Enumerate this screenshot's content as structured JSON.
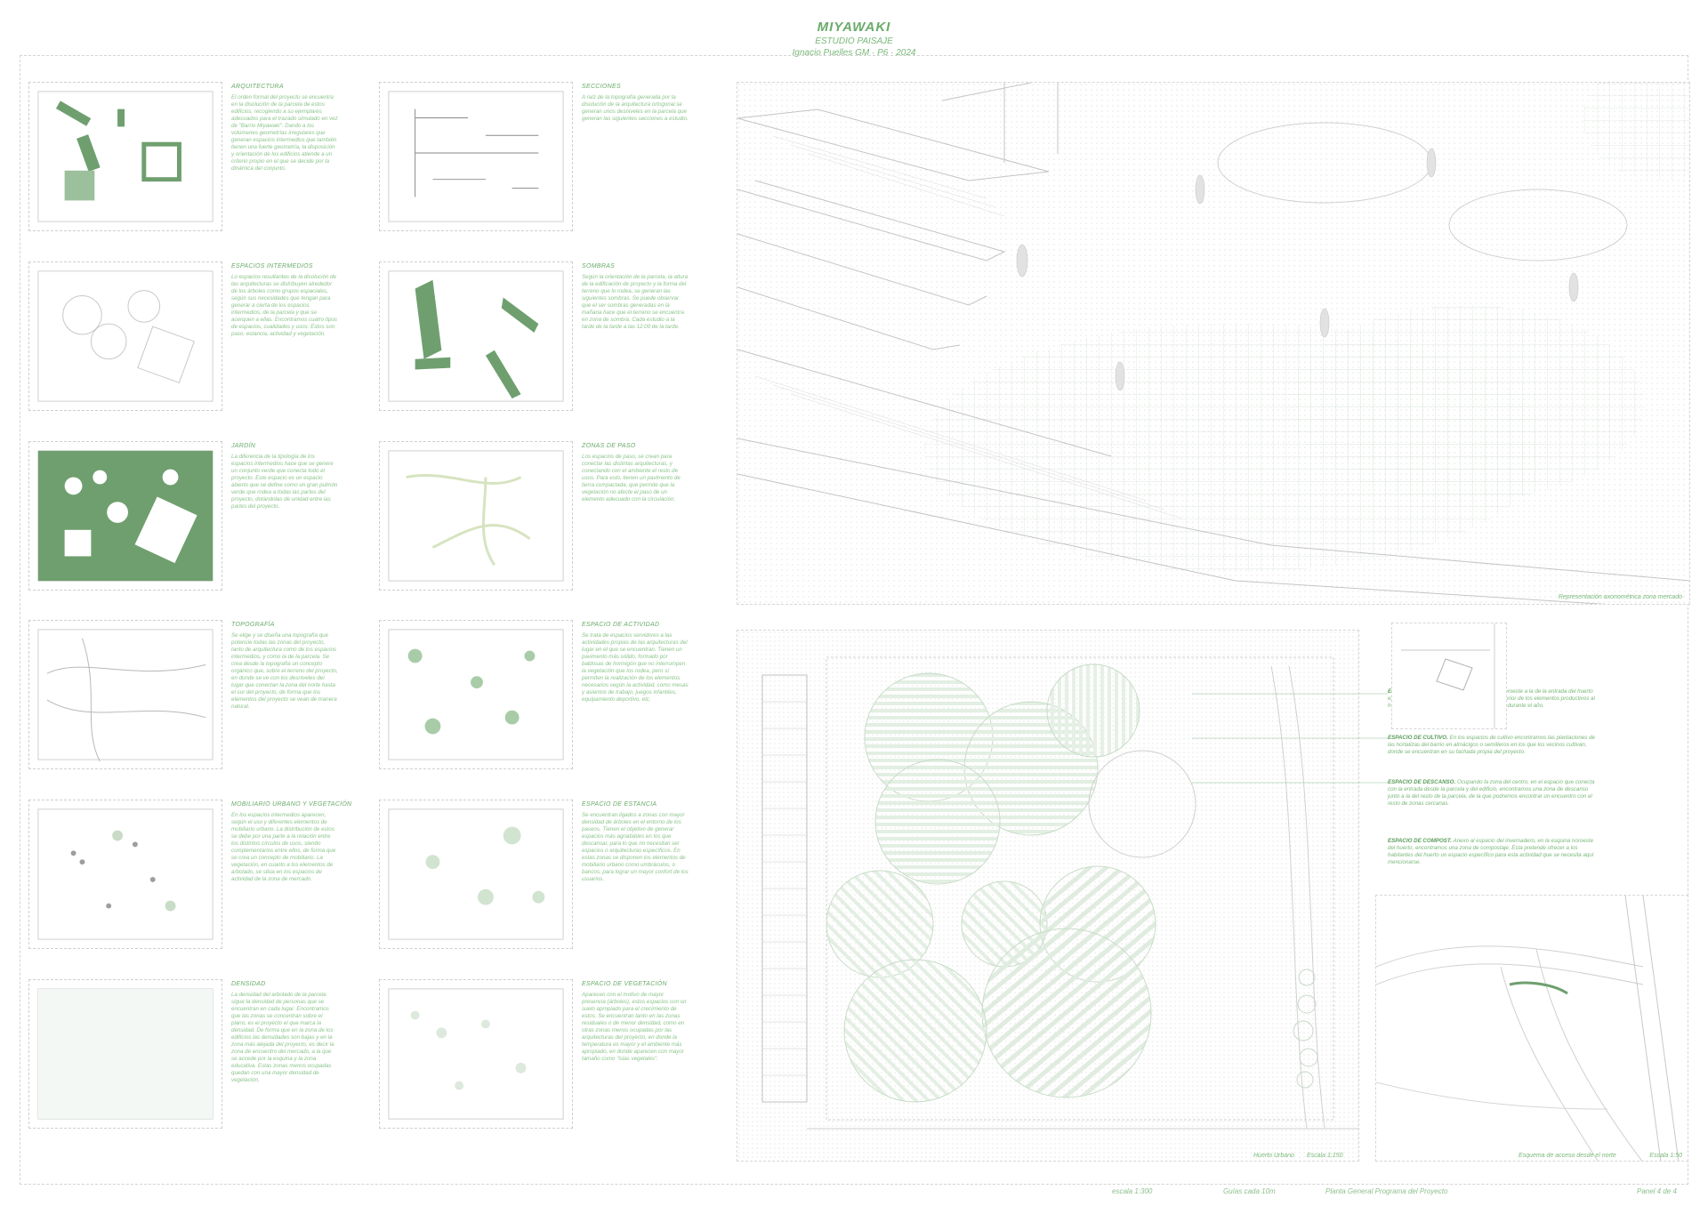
{
  "header": {
    "title": "MIYAWAKI",
    "subtitle": "ESTUDIO PAISAJE",
    "author": "Ignacio Puelles GM  ·  P6  ·  2024"
  },
  "panels": [
    {
      "title": "ARQUITECTURA",
      "text": "El orden formal del proyecto se encuentra en la disolución de la parcela de estos edificios, recogiendo a su ejemplares adecuados para el trazado simulado en vez de \"Barrio Miyawaki\". Dando a los volúmenes geometrías irregulares que generan espacios intermedios que también tienen una fuerte geometría, la disposición y orientación de los edificios atiende a un criterio propio en el que se decide por la dinámica del conjunto."
    },
    {
      "title": "SECCIONES",
      "text": "A raíz de la topografía generada por la disolución de la arquitectura ortogonal se generan unos desniveles en la parcela que generan las siguientes secciones a estudio."
    },
    {
      "title": "ESPACIOS INTERMEDIOS",
      "text": "Lo espacios resultantes de la disolución de las arquitecturas se distribuyen alrededor de los árboles como grupos espaciales, según sus necesidades que tengan para generar a cierta de los espacios intermedios, de la parcela y que se acerquen a ellas. Encontramos cuatro tipos de espacios, cualidades y usos: Estos son paso, estancia, actividad y vegetación."
    },
    {
      "title": "SOMBRAS",
      "text": "Según la orientación de la parcela, la altura de la edificación de proyecto y la forma del terreno que lo rodea, se generan las siguientes sombras. Se puede observar que el ser sombras generadas en la mañana hace que el terreno se encuentra en zona de sombra. Cada estudio a la tarde de la tarde a las 12:00 de la tarde."
    },
    {
      "title": "JARDÍN",
      "text": "La diferencia de la tipología de los espacios intermedios hace que se genere un conjunto verde que conecta todo el proyecto. Este espacio es un espacio abierto que se define como un gran pulmón verde que rodea a todas las partes del proyecto, dotándolas de unidad entre las partes del proyecto."
    },
    {
      "title": "ZONAS DE PASO",
      "text": "Los espacios de paso, se crean para conectar las distintas arquitecturas, y conectando con el ambiente el resto de usos. Para esto, tienen un pavimento de tierra compactada, que permite que la vegetación no afecte el paso de un elemento adecuado con la circulación."
    },
    {
      "title": "TOPOGRAFÍA",
      "text": "Se elige y se diseña una topografía que potencie todas las zonas del proyecto, tanto de arquitectura como de los espacios intermedios, y como la de la parcela. Se crea desde la topografía un concepto orgánico que, sobre el terreno del proyecto, en donde se ve con los desniveles del lugar que conectan la zona del norte hasta el sur del proyecto, de forma que los elementos del proyecto se vean de manera natural."
    },
    {
      "title": "ESPACIO DE ACTIVIDAD",
      "text": "Se trata de espacios servidores a las actividades propias de las arquitecturas del lugar en el que se encuentran. Tienen un pavimento más sólido, formado por baldosas de hormigón que no interrumpen la vegetación que los rodea, pero sí permiten la realización de los elementos necesarios según la actividad, como mesas y asientos de trabajo, juegos infantiles, equipamiento deportivo, etc."
    },
    {
      "title": "MOBILIARIO URBANO Y VEGETACIÓN",
      "text": "En los espacios intermedios aparecen, según el uso y diferentes elementos de mobiliario urbano. La distribución de estos se debe por una parte a la relación entre los distintos círculos de usos, siendo complementarios entre ellos, de forma que se crea un concepto de mobiliario. La vegetación, en cuanto a los elementos de arbolado, se sitúa en los espacios de actividad de la zona de mercado."
    },
    {
      "title": "ESPACIO DE ESTANCIA",
      "text": "Se encuentran ligados a zonas con mayor densidad de árboles en el entorno de los paseos. Tienen el objetivo de generar espacios más agradables en los que descansar, para lo que no necesitan ser espacios o arquitecturas específicos. En estas zonas se disponen los elementos de mobiliario urbano como umbráculos, o bancos, para lograr un mayor confort de los usuarios."
    },
    {
      "title": "DENSIDAD",
      "text": "La densidad del arbolado de la parcela sigue la densidad de personas que se encuentran en cada lugar. Encontramos que las zonas se concentran sobre el plano, es el proyecto el que marca la densidad. De forma que en la zona de los edificios las densidades son bajas y en la zona más alejada del proyecto, es decir la zona de encuentro del mercado, a la que se accede por la esquina y la zona educativa. Estas zonas menos ocupadas quedan con una mayor densidad de vegetación."
    },
    {
      "title": "ESPACIO DE VEGETACIÓN",
      "text": "Aparecen con el motivo de mayor presencia (árboles), estos espacios con un suelo apropiado para el crecimiento de estos. Se encuentran tanto en las zonas residuales o de menor densidad, como en otras zonas menos ocupadas por las arquitecturas del proyecto, en donde la temperatura es mayor y el ambiente más apropiado, en donde aparecen con mayor tamaño como \"islas vegetales\"."
    }
  ],
  "render_caption": "Representación axonométrica zona mercado",
  "plan": {
    "caption_left": "Huerto Urbano",
    "scale_left": "Escala 1:150",
    "caption_right": "Esquema de acceso desde el norte",
    "scale_right": "Escala 1:50"
  },
  "legend": [
    {
      "head": "ESPACIO DE INVERNADERO.",
      "text": "En la esquina noroeste a la de la entrada del huerto encontramos el invernadero. Se incluye en el interior de los elementos productivos al huerto. Se dispone junto a la fachada de la zona durante el año."
    },
    {
      "head": "ESPACIO DE CULTIVO.",
      "text": "En los espacios de cultivo encontramos las plantaciones de las hortalizas del barrio en almácigos o semilleros en los que los vecinos cultivan, donde se encuentran en su fachada propia del proyecto."
    },
    {
      "head": "ESPACIO DE DESCANSO.",
      "text": "Ocupando la zona del centro, en el espacio que conecta con la entrada desde la parcela y del edificio, encontramos una zona de descanso junto a la del resto de la parcela, de la que podremos encontrar un encuentro con el resto de zonas cercanas."
    },
    {
      "head": "ESPACIO DE COMPOST.",
      "text": "Anexo al espacio del invernadero, en la esquina noroeste del huerto, encontramos una zona de compostaje. Esta pretende ofrecer a los habitantes del huerto un espacio específico para esta actividad que se necesita aquí mencionarse."
    }
  ],
  "footer": {
    "scale": "escala 1:300",
    "grid": "Guías cada 10m",
    "title": "Planta General Programa del Proyecto",
    "panel": "Panel 4 de 4"
  },
  "colors": {
    "accent": "#5c9c5c",
    "fill": "#6f9f6f",
    "line": "#bdbdbd"
  }
}
